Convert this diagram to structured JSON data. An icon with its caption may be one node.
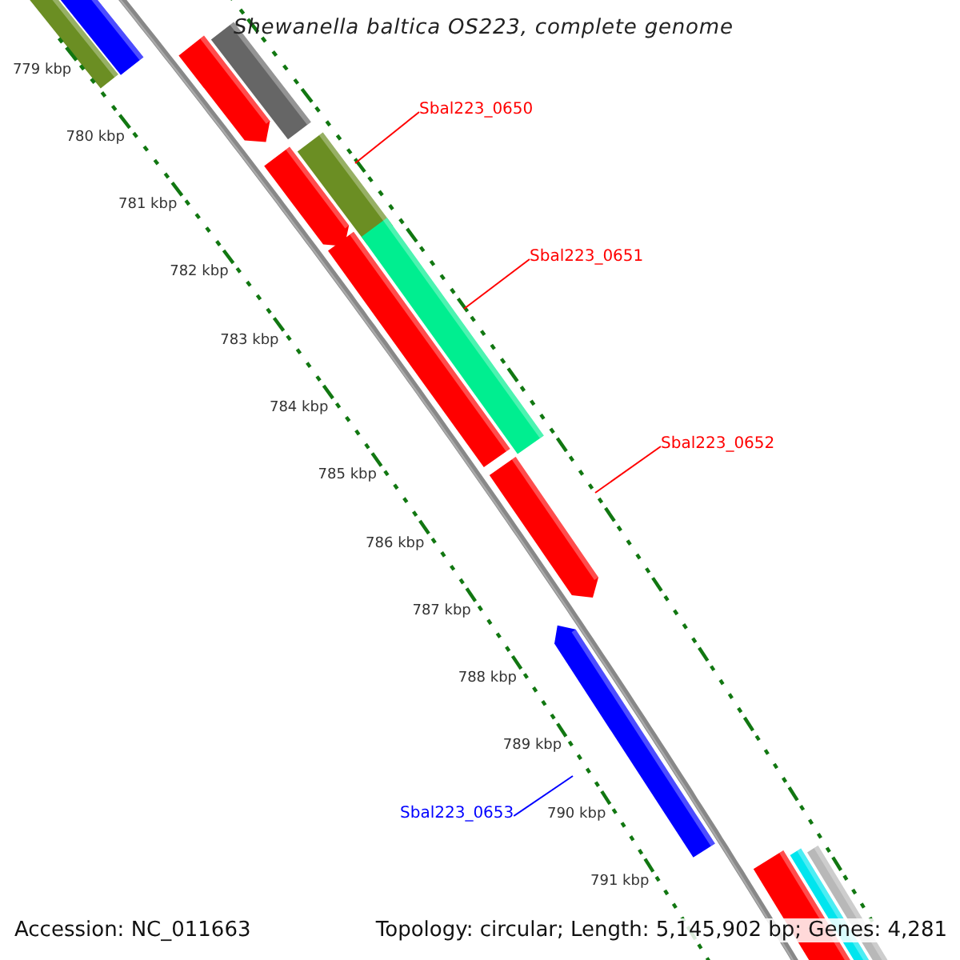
{
  "diagram": {
    "title": "Shewanella baltica OS223, complete genome",
    "nodes": [
      {
        "text": [
          "Sbal223_0650"
        ]
      },
      {
        "text": [
          "Sbal223_0651"
        ]
      },
      {
        "text": [
          "Sbal223_0652"
        ]
      },
      {
        "text": [
          "Sbal223_0653"
        ]
      }
    ],
    "edges": [
      {
        "from": 0,
        "to": null,
        "arrow": "none"
      },
      {
        "from": 1,
        "to": null,
        "arrow": "none"
      },
      {
        "from": 2,
        "to": null,
        "arrow": "none"
      },
      {
        "from": 3,
        "to": null,
        "arrow": "none",
        "color": "#0000ff"
      }
    ],
    "labels": [
      "779 kbp",
      "780 kbp",
      "781 kbp",
      "782 kbp",
      "783 kbp",
      "784 kbp",
      "785 kbp",
      "786 kbp",
      "787 kbp",
      "788 kbp",
      "789 kbp",
      "790 kbp",
      "791 kbp",
      "Accession: NC_011663",
      "Topology: circular; Length: 5,145,902 bp; Genes: 4,281"
    ]
  }
}
